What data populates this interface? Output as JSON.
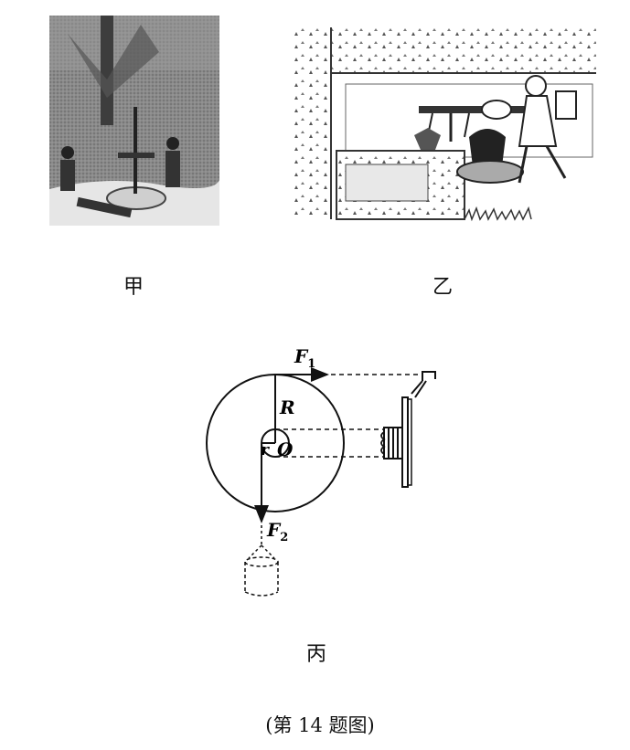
{
  "captions": {
    "a": "甲",
    "b": "乙",
    "c": "丙"
  },
  "figure_caption": "(第 14 题图)",
  "labels": {
    "F1_main": "F",
    "F1_sub": "1",
    "F2_main": "F",
    "F2_sub": "2",
    "R": "R",
    "r": "r",
    "O": "O"
  }
}
